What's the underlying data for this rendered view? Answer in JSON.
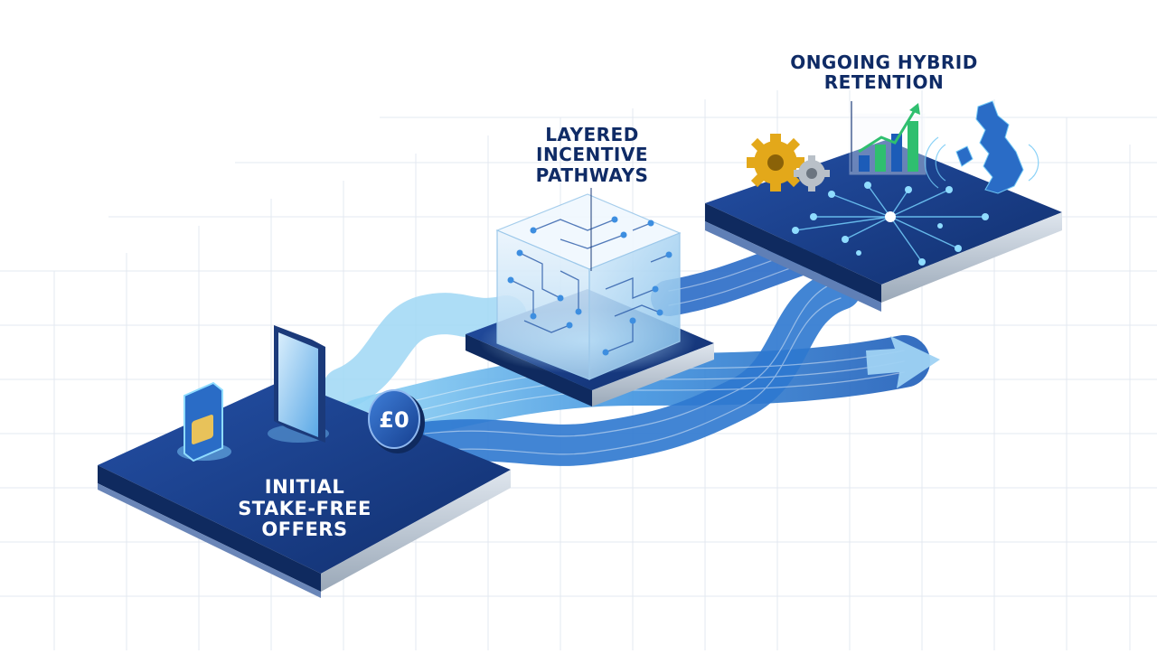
{
  "stages": {
    "initial": {
      "lines": [
        "INITIAL",
        "STAKE-FREE",
        "OFFERS"
      ]
    },
    "layered": {
      "lines": [
        "LAYERED",
        "INCENTIVE",
        "PATHWAYS"
      ]
    },
    "ongoing": {
      "lines": [
        "ONGOING HYBRID",
        "RETENTION"
      ]
    }
  },
  "coin": {
    "text": "£0"
  },
  "colors": {
    "platform_navy": "#1a3d8a",
    "platform_edge": "#0f2a5f",
    "stream_light": "#7fc8f0",
    "stream_mid": "#3a8fdc",
    "stream_dark": "#1c5cb8",
    "label_text": "#0f2b66",
    "chart_green": "#2fbf6f",
    "gear_gold": "#e3a81a",
    "gear_grey": "#b9c0c8"
  },
  "icons": [
    "sim-card-icon",
    "smartphone-icon",
    "coin-icon",
    "circuit-cube-icon",
    "gear-icon",
    "growth-chart-icon",
    "uk-map-icon",
    "network-icon",
    "flow-arrow-icon"
  ]
}
